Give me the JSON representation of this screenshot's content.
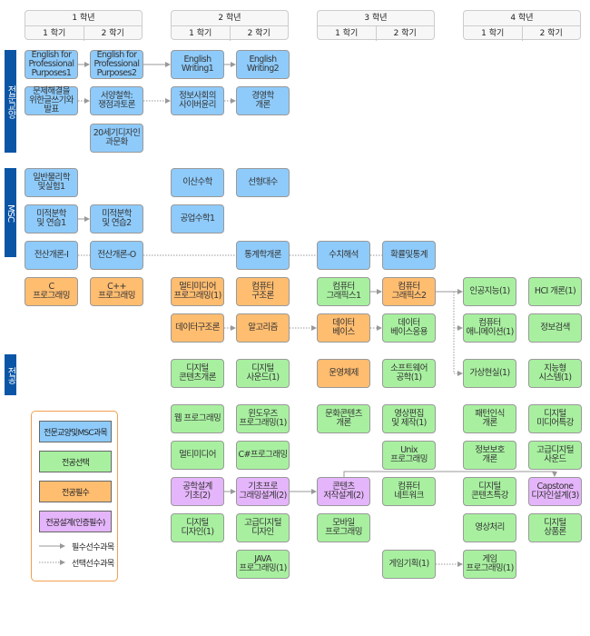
{
  "years": [
    {
      "label": "1 학년",
      "semesters": [
        "1 학기",
        "2 학기"
      ]
    },
    {
      "label": "2 학년",
      "semesters": [
        "1 학기",
        "2 학기"
      ]
    },
    {
      "label": "3 학년",
      "semesters": [
        "1 학기",
        "2 학기"
      ]
    },
    {
      "label": "4 학년",
      "semesters": [
        "1 학기",
        "2 학기"
      ]
    }
  ],
  "sections": [
    "전문교양",
    "MSC",
    "전공"
  ],
  "colors": {
    "blue": "#8ecbfb",
    "green": "#a8f0a0",
    "orange": "#ffbd70",
    "purple": "#e5b5fb",
    "section": "#0a55a5"
  },
  "courses": [
    {
      "name": "English for\nProfessional\nPurposes1",
      "type": "blue"
    },
    {
      "name": "English for\nProfessional\nPurposes2",
      "type": "blue"
    },
    {
      "name": "English\nWriting1",
      "type": "blue"
    },
    {
      "name": "English\nWriting2",
      "type": "blue"
    },
    {
      "name": "문제해결을\n위한글쓰기와\n발표",
      "type": "blue"
    },
    {
      "name": "서양철학:\n쟁점과토론",
      "type": "blue"
    },
    {
      "name": "정보사회의\n사이버윤리",
      "type": "blue"
    },
    {
      "name": "경영학\n개론",
      "type": "blue"
    },
    {
      "name": "20세기디자인\n과문화",
      "type": "blue"
    },
    {
      "name": "일반물리학\n및실험1",
      "type": "blue"
    },
    {
      "name": "이산수학",
      "type": "blue"
    },
    {
      "name": "선형대수",
      "type": "blue"
    },
    {
      "name": "미적분학\n및 연습1",
      "type": "blue"
    },
    {
      "name": "미적분학\n및 연습2",
      "type": "blue"
    },
    {
      "name": "공업수학1",
      "type": "blue"
    },
    {
      "name": "전산개론-I",
      "type": "blue"
    },
    {
      "name": "전산개론-O",
      "type": "blue"
    },
    {
      "name": "통계학개론",
      "type": "blue"
    },
    {
      "name": "수치해석",
      "type": "blue"
    },
    {
      "name": "확률및통계",
      "type": "blue"
    },
    {
      "name": "C\n프로그래밍",
      "type": "orange"
    },
    {
      "name": "C++\n프로그래밍",
      "type": "orange"
    },
    {
      "name": "멀티미디어\n프로그래밍(1)",
      "type": "orange"
    },
    {
      "name": "컴퓨터\n구조론",
      "type": "orange"
    },
    {
      "name": "컴퓨터\n그래픽스1",
      "type": "green"
    },
    {
      "name": "컴퓨터\n그래픽스2",
      "type": "orange"
    },
    {
      "name": "인공지능(1)",
      "type": "green"
    },
    {
      "name": "HCI 개론(1)",
      "type": "green"
    },
    {
      "name": "데이터구조론",
      "type": "orange"
    },
    {
      "name": "알고리즘",
      "type": "orange"
    },
    {
      "name": "데이터\n베이스",
      "type": "orange"
    },
    {
      "name": "데이터\n베이스응용",
      "type": "green"
    },
    {
      "name": "컴퓨터\n애니메이션(1)",
      "type": "green"
    },
    {
      "name": "정보검색",
      "type": "green"
    },
    {
      "name": "디지털\n콘텐츠개론",
      "type": "green"
    },
    {
      "name": "디지털\n사운드(1)",
      "type": "green"
    },
    {
      "name": "운영체제",
      "type": "orange"
    },
    {
      "name": "소프트웨어\n공학(1)",
      "type": "green"
    },
    {
      "name": "가상현실(1)",
      "type": "green"
    },
    {
      "name": "지능형\n시스템(1)",
      "type": "green"
    },
    {
      "name": "웹 프로그래밍",
      "type": "green"
    },
    {
      "name": "윈도우즈\n프로그래밍(1)",
      "type": "green"
    },
    {
      "name": "문화콘텐츠\n개론",
      "type": "green"
    },
    {
      "name": "영상편집\n및 제작(1)",
      "type": "green"
    },
    {
      "name": "패턴인식\n개론",
      "type": "green"
    },
    {
      "name": "디지털\n미디어특강",
      "type": "green"
    },
    {
      "name": "멀티미디어",
      "type": "green"
    },
    {
      "name": "C#프로그래밍",
      "type": "green"
    },
    {
      "name": "Unix\n프로그래밍",
      "type": "green"
    },
    {
      "name": "정보보호\n개론",
      "type": "green"
    },
    {
      "name": "고급디지털\n사운드",
      "type": "green"
    },
    {
      "name": "공학설계\n기초(2)",
      "type": "purple"
    },
    {
      "name": "기초프로\n그래밍설계(2)",
      "type": "purple"
    },
    {
      "name": "콘텐츠\n저작설계(2)",
      "type": "purple"
    },
    {
      "name": "컴퓨터\n네트워크",
      "type": "green"
    },
    {
      "name": "디지털\n콘텐츠특강",
      "type": "green"
    },
    {
      "name": "Capstone\n디자인설계(3)",
      "type": "purple"
    },
    {
      "name": "디지털\n디자인(1)",
      "type": "green"
    },
    {
      "name": "고급디지털\n디자인",
      "type": "green"
    },
    {
      "name": "모바일\n프로그래밍",
      "type": "green"
    },
    {
      "name": "영상처리",
      "type": "green"
    },
    {
      "name": "디지털\n상품론",
      "type": "green"
    },
    {
      "name": "JAVA\n프로그래밍(1)",
      "type": "green"
    },
    {
      "name": "게임기획(1)",
      "type": "green"
    },
    {
      "name": "게임\n프로그래밍(1)",
      "type": "green"
    }
  ],
  "legend": {
    "items": [
      {
        "label": "전문교양및MSC과목",
        "type": "blue"
      },
      {
        "label": "전공선택",
        "type": "green"
      },
      {
        "label": "전공필수",
        "type": "orange"
      },
      {
        "label": "전공설계(인증필수)",
        "type": "purple"
      }
    ],
    "required_prereq": "필수선수과목",
    "optional_prereq": "선택선수과목"
  }
}
